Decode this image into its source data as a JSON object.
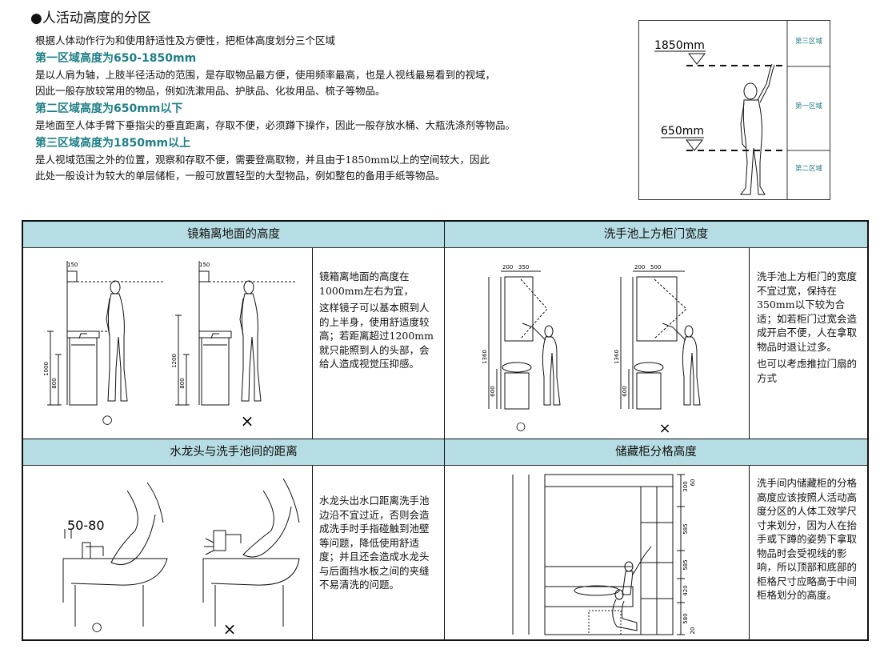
{
  "intro": {
    "bullet_title": "●人活动高度的分区",
    "lead": "根据人体动作行为和使用舒适性及方便性，把柜体高度划分三个区域",
    "zone1": {
      "heading": "第一区域高度为650-1850mm",
      "line1": "是以人肩为轴，上肢半径活动的范围，是存取物品最方便，使用频率最高，也是人视线最易看到的视域，",
      "line2": "因此一般存放较常用的物品，例如洗漱用品、护肤品、化妆用品、梳子等物品。"
    },
    "zone2": {
      "heading": "第二区域高度为650mm以下",
      "line1": "是地面至人体手臂下垂指尖的垂直距离，存取不便，必须蹲下操作，因此一般存放水桶、大瓶洗涤剂等物品。"
    },
    "zone3": {
      "heading": "第三区域高度为1850mm以上",
      "line1": "是人视域范围之外的位置，观察和存取不便，需要登高取物，并且由于1850mm以上的空间较大，因此",
      "line2": "此处一般设计为较大的单层储柜，一般可放置轻型的大型物品，例如整包的备用手纸等物品。"
    }
  },
  "zone_figure": {
    "label_1850": "1850mm",
    "label_650": "650mm",
    "zone_top": "第三区域",
    "zone_mid": "第一区域",
    "zone_bottom": "第二区域"
  },
  "panels": {
    "mirror": {
      "header": "镜箱离地面的高度",
      "text1": "镜箱离地面的高度在1000mm左右为宜，",
      "text2": "这样镜子可以基本照到人的上半身，使用舒适度较高；若距离超过1200mm就只能照到人的头部，会给人造成视觉压抑感。",
      "dim_a_top": "150",
      "dim_a_1": "1000",
      "dim_a_2": "800",
      "dim_b_top": "150",
      "dim_b_1": "1200",
      "dim_b_2": "800",
      "good": "○",
      "bad": "×"
    },
    "door": {
      "header": "洗手池上方柜门宽度",
      "text1": "洗手池上方柜门的宽度不宜过宽，保持在350mm以下较为合适；如若柜门过宽会造成开启不便，人在拿取物品时退让过多。",
      "text2": "也可以考虑推拉门扇的方式",
      "dim_a_w1": "200",
      "dim_a_w2": "350",
      "dim_b_w1": "200",
      "dim_b_w2": "500",
      "dim_a_h1": "1360",
      "dim_a_h2": "600",
      "dim_b_h1": "1360",
      "dim_b_h2": "600",
      "good": "○",
      "bad": "×"
    },
    "faucet": {
      "header": "水龙头与洗手池间的距离",
      "text1": "水龙头出水口距离洗手池边沿不宜过近，否则会造成洗手时手指碰触到池壁等问题，降低使用舒适度；并且还会造成水龙头与后面挡水板之间的夹缝不易清洗的问题。",
      "dim": "50-80",
      "good": "○",
      "bad": "×"
    },
    "storage": {
      "header": "储藏柜分格高度",
      "text1": "洗手间内储藏柜的分格高度应该按照人活动高度分区的人体工效学尺寸来划分，因为人在抬手或下蹲的姿势下拿取物品时会受视线的影响，所以顶部和底部的柜格尺寸应略高于中间柜格划分的高度。",
      "dims": [
        "300",
        "60",
        "585",
        "585",
        "420",
        "580",
        "20"
      ]
    }
  }
}
